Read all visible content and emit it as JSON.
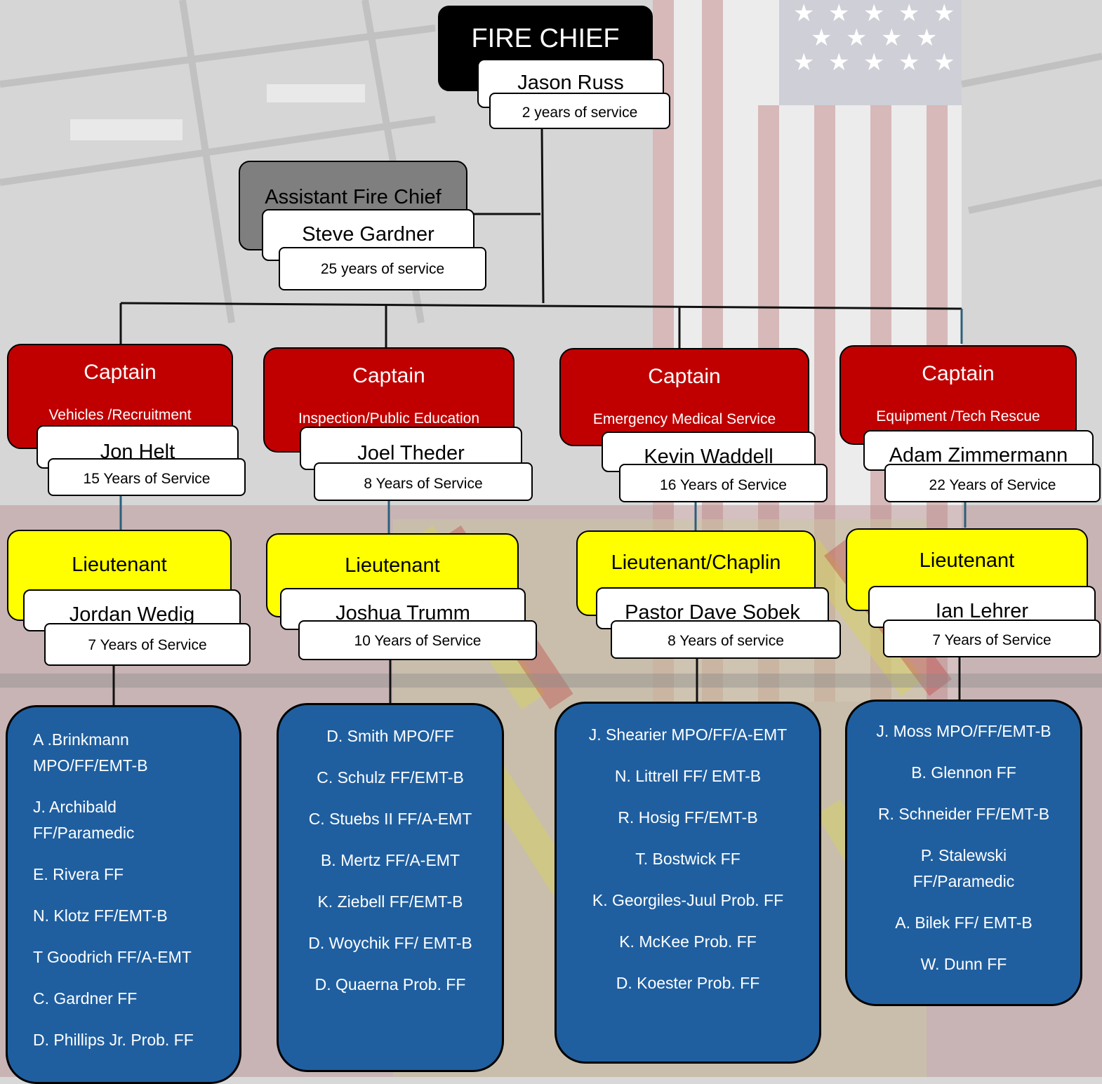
{
  "colors": {
    "captain": "#c00000",
    "lieutenant": "#ffff00",
    "crew": "#1f5fa0",
    "chief": "#000000",
    "assistant": "#808080"
  },
  "chief": {
    "title": "FIRE CHIEF",
    "name": "Jason Russ",
    "service": "2 years of service"
  },
  "assistant": {
    "title": "Assistant Fire Chief",
    "name": "Steve Gardner",
    "service": "25 years of service"
  },
  "captains": [
    {
      "title": "Captain",
      "area": "Vehicles /Recruitment",
      "name": "Jon Helt",
      "service": "15 Years of Service"
    },
    {
      "title": "Captain",
      "area": "Inspection/Public Education",
      "name": "Joel Theder",
      "service": "8 Years of Service"
    },
    {
      "title": "Captain",
      "area": "Emergency Medical  Service",
      "name": "Kevin Waddell",
      "service": "16 Years of Service"
    },
    {
      "title": "Captain",
      "area": "Equipment /Tech Rescue",
      "name": "Adam Zimmermann",
      "service": "22 Years of Service"
    }
  ],
  "lieutenants": [
    {
      "title": "Lieutenant",
      "name": "Jordan Wedig",
      "service": "7 Years of Service"
    },
    {
      "title": "Lieutenant",
      "name": "Joshua Trumm",
      "service": "10 Years of Service"
    },
    {
      "title": "Lieutenant/Chaplin",
      "name": "Pastor Dave Sobek",
      "service": "8 Years of service"
    },
    {
      "title": "Lieutenant",
      "name": "Ian Lehrer",
      "service": "7 Years of Service"
    }
  ],
  "crews": [
    [
      "A .Brinkmann MPO/FF/EMT-B",
      "J. Archibald FF/Paramedic",
      "E. Rivera FF",
      "N. Klotz FF/EMT-B",
      "T Goodrich FF/A-EMT",
      "C. Gardner FF",
      "D. Phillips Jr. Prob. FF"
    ],
    [
      "D. Smith MPO/FF",
      "C. Schulz FF/EMT-B",
      "C. Stuebs II FF/A-EMT",
      "B. Mertz FF/A-EMT",
      "K. Ziebell FF/EMT-B",
      "D. Woychik FF/ EMT-B",
      "D. Quaerna Prob. FF"
    ],
    [
      "J. Shearier MPO/FF/A-EMT",
      "N. Littrell FF/ EMT-B",
      "R. Hosig FF/EMT-B",
      "T. Bostwick FF",
      "K. Georgiles-Juul Prob. FF",
      "K. McKee Prob. FF",
      "D. Koester Prob. FF"
    ],
    [
      "J. Moss MPO/FF/EMT-B",
      "B. Glennon FF",
      "R. Schneider FF/EMT-B",
      "P. Stalewski FF/Paramedic",
      "A. Bilek FF/ EMT-B",
      "W. Dunn FF"
    ]
  ]
}
